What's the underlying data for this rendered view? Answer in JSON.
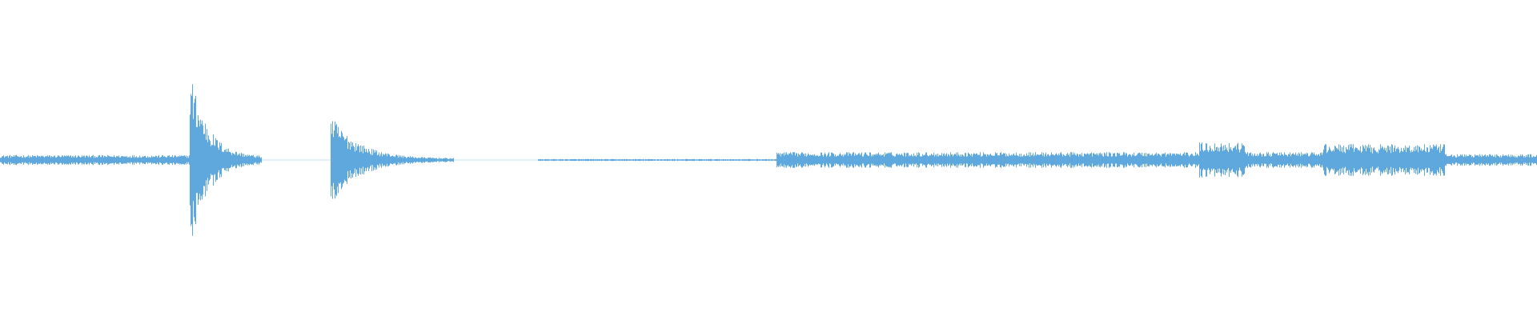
{
  "waveform": {
    "color": "#5fa8de",
    "background": "#ffffff",
    "description_segments": [
      {
        "start": 0.0,
        "end": 0.123,
        "level": 0.05
      },
      {
        "start": 0.123,
        "end": 0.126,
        "level": 0.95
      },
      {
        "start": 0.126,
        "end": 0.17,
        "level": 0.35
      },
      {
        "start": 0.17,
        "end": 0.215,
        "level": 0.0
      },
      {
        "start": 0.215,
        "end": 0.23,
        "level": 0.45
      },
      {
        "start": 0.23,
        "end": 0.295,
        "level": 0.08
      },
      {
        "start": 0.295,
        "end": 0.35,
        "level": 0.0
      },
      {
        "start": 0.35,
        "end": 0.505,
        "level": 0.01
      },
      {
        "start": 0.505,
        "end": 0.78,
        "level": 0.08
      },
      {
        "start": 0.78,
        "end": 0.81,
        "level": 0.18
      },
      {
        "start": 0.81,
        "end": 0.86,
        "level": 0.08
      },
      {
        "start": 0.86,
        "end": 0.94,
        "level": 0.16
      },
      {
        "start": 0.94,
        "end": 1.0,
        "level": 0.06
      }
    ]
  }
}
